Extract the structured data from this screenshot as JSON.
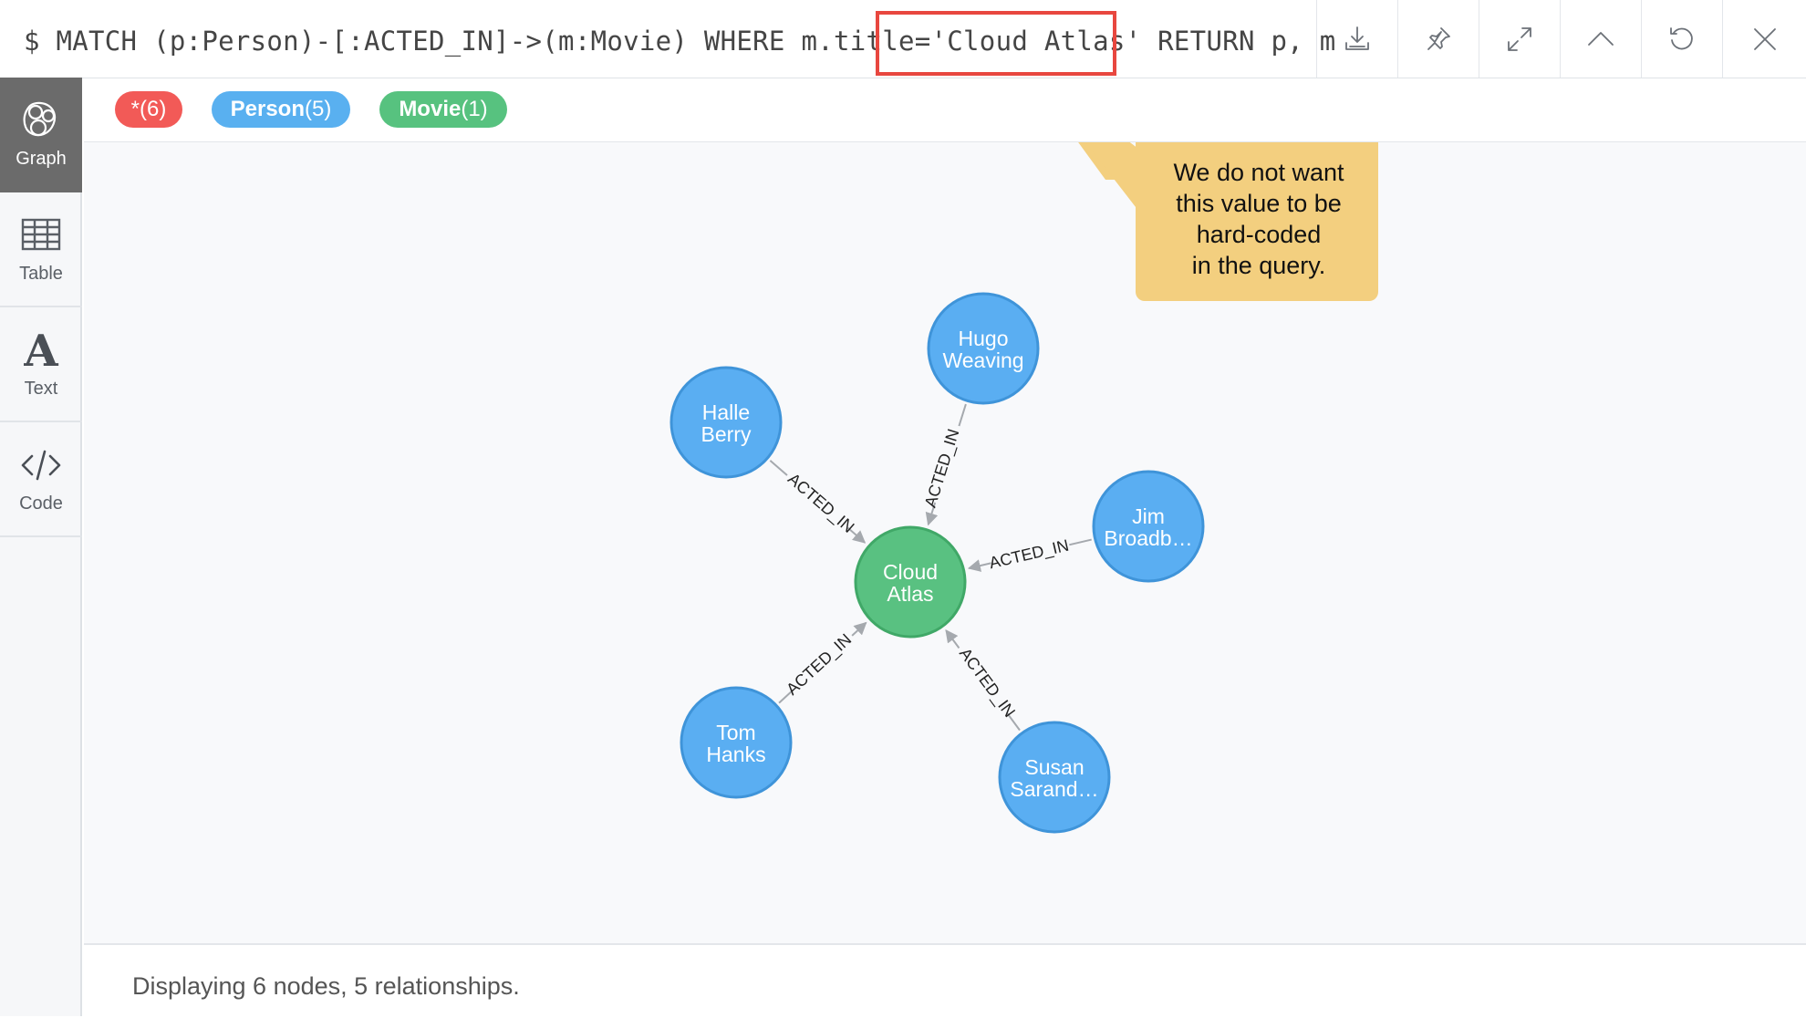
{
  "query": {
    "text": "$ MATCH (p:Person)-[:ACTED_IN]->(m:Movie) WHERE m.title='Cloud Atlas' RETURN p, m"
  },
  "toolbar": {
    "buttons": [
      {
        "icon": "download-icon"
      },
      {
        "icon": "pin-icon"
      },
      {
        "icon": "expand-icon"
      },
      {
        "icon": "chevron-up-icon"
      },
      {
        "icon": "refresh-icon"
      },
      {
        "icon": "close-icon"
      }
    ]
  },
  "sidebar": {
    "items": [
      {
        "label": "Graph",
        "icon": "graph-icon",
        "active": true
      },
      {
        "label": "Table",
        "icon": "table-icon",
        "active": false
      },
      {
        "label": "Text",
        "icon": "text-icon",
        "active": false
      },
      {
        "label": "Code",
        "icon": "code-icon",
        "active": false
      }
    ]
  },
  "labels": {
    "all": {
      "name": "*",
      "count": "(6)",
      "color": "#f25a57"
    },
    "person": {
      "name": "Person",
      "count": "(5)",
      "color": "#59b0f0"
    },
    "movie": {
      "name": "Movie",
      "count": "(1)",
      "color": "#57c27f"
    }
  },
  "graph": {
    "colors": {
      "person": "#5aaef2",
      "person_border": "#3f94d9",
      "movie": "#59c181",
      "movie_border": "#40a867",
      "edge": "#a5a9ae"
    },
    "movie_node": {
      "line1": "Cloud",
      "line2": "Atlas"
    },
    "person_nodes": [
      {
        "line1": "Hugo",
        "line2": "Weaving"
      },
      {
        "line1": "Halle",
        "line2": "Berry"
      },
      {
        "line1": "Jim",
        "line2": "Broadb…"
      },
      {
        "line1": "Tom",
        "line2": "Hanks"
      },
      {
        "line1": "Susan",
        "line2": "Sarand…"
      }
    ],
    "relationship_label": "ACTED_IN"
  },
  "callout": {
    "lines": [
      "We do not want",
      "this value to be",
      "hard-coded",
      "in the query."
    ],
    "color": "#f3cf7f"
  },
  "status": {
    "text": "Displaying 6 nodes, 5 relationships."
  }
}
